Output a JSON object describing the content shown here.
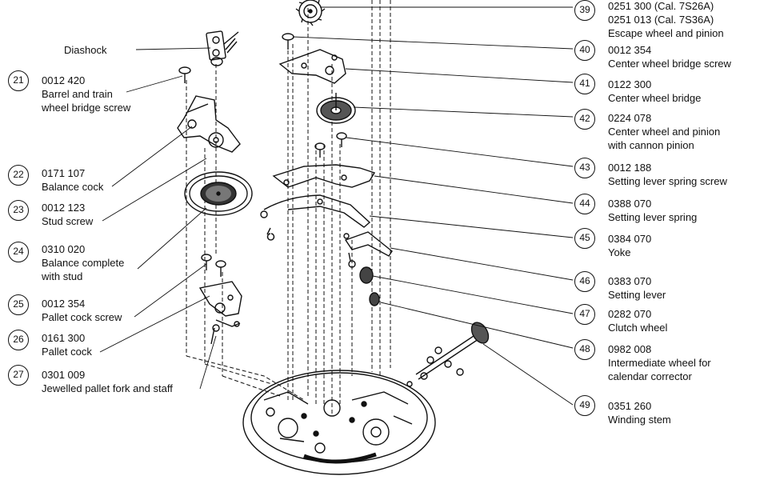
{
  "diashock_label": "Diashock",
  "parts_left": [
    {
      "num": "21",
      "lines": [
        "0012 420",
        "Barrel and train",
        "wheel bridge screw"
      ]
    },
    {
      "num": "22",
      "lines": [
        "0171 107",
        "Balance cock"
      ]
    },
    {
      "num": "23",
      "lines": [
        "0012 123",
        "Stud screw"
      ]
    },
    {
      "num": "24",
      "lines": [
        "0310 020",
        "Balance complete",
        "with stud"
      ]
    },
    {
      "num": "25",
      "lines": [
        "0012 354",
        "Pallet cock screw"
      ]
    },
    {
      "num": "26",
      "lines": [
        "0161 300",
        "Pallet cock"
      ]
    },
    {
      "num": "27",
      "lines": [
        "0301 009",
        "Jewelled pallet fork and staff"
      ]
    }
  ],
  "parts_right": [
    {
      "num": "39",
      "lines": [
        "0251 300 (Cal. 7S26A)",
        "0251 013 (Cal. 7S36A)",
        "Escape wheel and pinion"
      ]
    },
    {
      "num": "40",
      "lines": [
        "0012 354",
        "Center wheel bridge screw"
      ]
    },
    {
      "num": "41",
      "lines": [
        "0122 300",
        "Center wheel bridge"
      ]
    },
    {
      "num": "42",
      "lines": [
        "0224 078",
        "Center wheel and pinion",
        "with cannon pinion"
      ]
    },
    {
      "num": "43",
      "lines": [
        "0012 188",
        "Setting lever spring screw"
      ]
    },
    {
      "num": "44",
      "lines": [
        "0388 070",
        "Setting lever spring"
      ]
    },
    {
      "num": "45",
      "lines": [
        "0384 070",
        "Yoke"
      ]
    },
    {
      "num": "46",
      "lines": [
        "0383 070",
        "Setting lever"
      ]
    },
    {
      "num": "47",
      "lines": [
        "0282 070",
        "Clutch wheel"
      ]
    },
    {
      "num": "48",
      "lines": [
        "0982 008",
        "Intermediate wheel for",
        "calendar corrector"
      ]
    },
    {
      "num": "49",
      "lines": [
        "0351 260",
        "Winding stem"
      ]
    }
  ]
}
